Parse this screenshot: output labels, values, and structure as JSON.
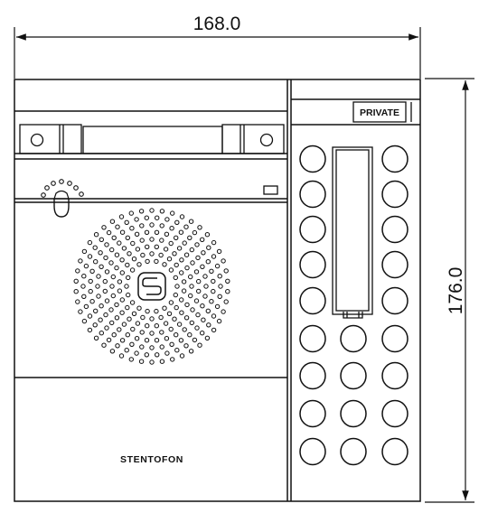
{
  "dimensions": {
    "width_label": "168.0",
    "height_label": "176.0"
  },
  "device": {
    "button_label": "PRIVATE",
    "brand": "STENTOFON"
  }
}
